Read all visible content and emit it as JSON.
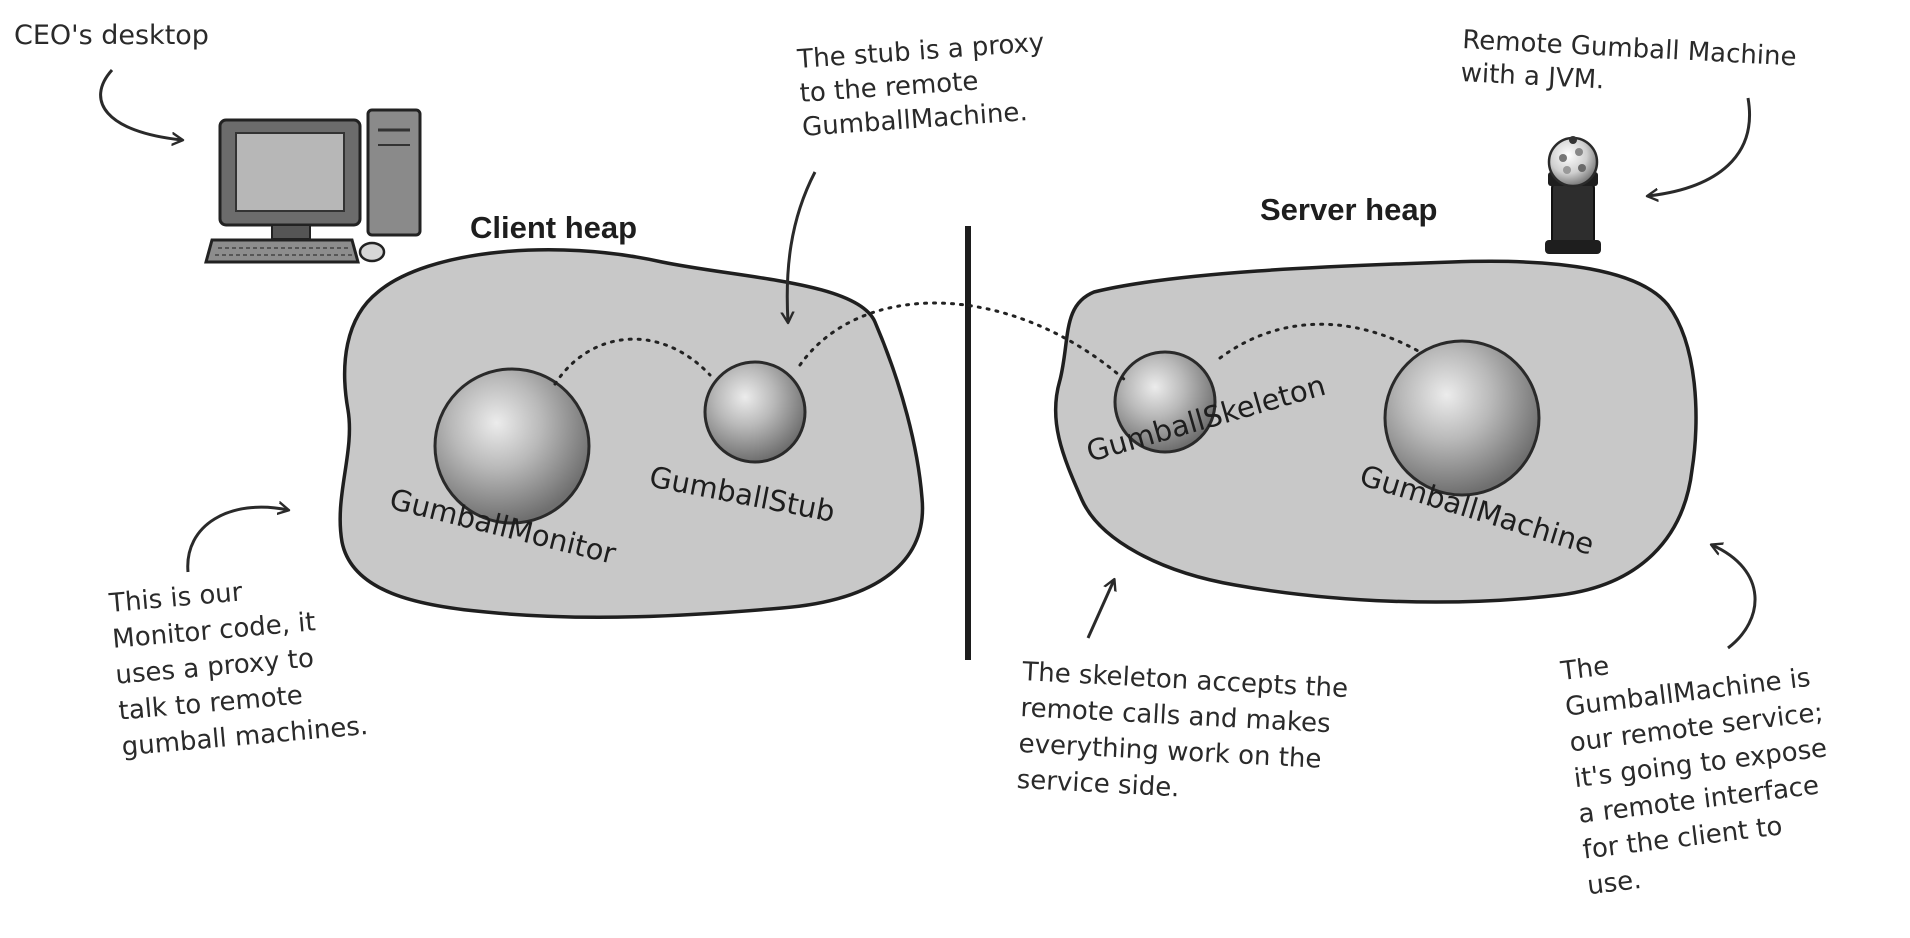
{
  "colors": {
    "ink": "#2a2a2a",
    "heap_fill": "#c9c9c9",
    "heap_stroke": "#1f1f1f",
    "sphere_mid": "#a8a8a8",
    "sphere_dark": "#6e6e6e"
  },
  "heaps": {
    "client_title": "Client heap",
    "server_title": "Server heap"
  },
  "objects": {
    "monitor": "GumballMonitor",
    "stub": "GumballStub",
    "skeleton": "GumballSkeleton",
    "machine": "GumballMachine"
  },
  "annotations": {
    "ceo_desktop": [
      "CEO's desktop"
    ],
    "stub_note": [
      "The stub is a proxy",
      "to the remote",
      "GumballMachine."
    ],
    "remote_machine": [
      "Remote Gumball Machine",
      "with a JVM."
    ],
    "monitor_note": [
      "This is our",
      "Monitor code, it",
      "uses a proxy to",
      "talk to remote",
      "gumball machines."
    ],
    "skeleton_note": [
      "The skeleton accepts the",
      "remote calls and makes",
      "everything work on the",
      "service side."
    ],
    "machine_note": [
      "The",
      "GumballMachine is",
      "our remote service;",
      "it's going to expose",
      "a remote interface",
      "for the client to",
      "use."
    ]
  },
  "icons": [
    "desktop-computer-icon",
    "gumball-machine-icon"
  ]
}
